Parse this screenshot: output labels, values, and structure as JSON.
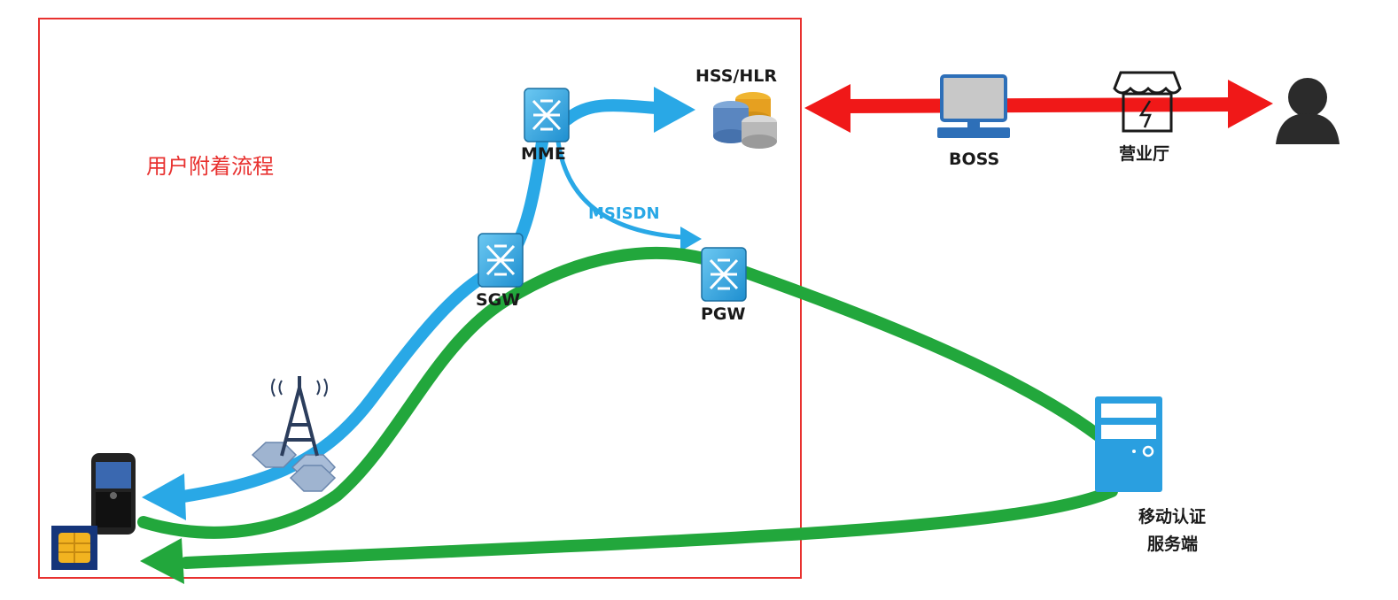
{
  "diagram": {
    "title": "用户附着流程",
    "message_label": "MSISDN",
    "nodes": {
      "hss": "HSS/HLR",
      "mme": "MME",
      "sgw": "SGW",
      "pgw": "PGW",
      "boss": "BOSS",
      "store": "营业厅",
      "auth_server_line1": "移动认证",
      "auth_server_line2": "服务端"
    },
    "colors": {
      "frame": "#e8312f",
      "blue_path": "#29a8e6",
      "green_path": "#22a73c",
      "red_path": "#f01818",
      "network_element": "#3ab0e8",
      "server": "#2a9fe0"
    }
  }
}
